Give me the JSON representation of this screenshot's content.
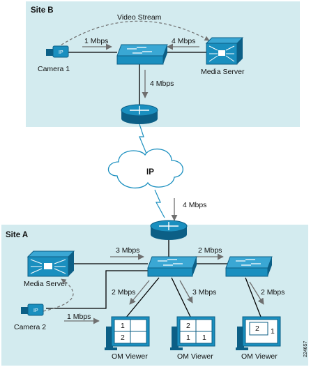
{
  "site_b": {
    "title": "Site B",
    "video_stream": "Video Stream",
    "camera1": "Camera 1",
    "media_server": "Media Server",
    "bw_camera_switch": "1 Mbps",
    "bw_server_switch": "4 Mbps",
    "bw_switch_router": "4 Mbps"
  },
  "wan": {
    "cloud_label": "IP",
    "bw_wan": "4 Mbps"
  },
  "site_a": {
    "title": "Site A",
    "media_server": "Media Server",
    "camera2": "Camera 2",
    "bw_server_switch": "3 Mbps",
    "bw_switch_switch": "2 Mbps",
    "bw_camera": "1 Mbps",
    "bw_viewer1": "2 Mbps",
    "bw_viewer2": "3 Mbps",
    "bw_viewer3": "2 Mbps",
    "viewer_label": "OM Viewer",
    "viewer1_cells": [
      "1",
      "2"
    ],
    "viewer2_cells": [
      "2",
      "1",
      "1"
    ],
    "viewer3_cells": [
      "2",
      "1"
    ]
  },
  "figure_id": "224657",
  "colors": {
    "site_bg": "#d3ebef",
    "device_blue": "#1a8fbf",
    "device_dark": "#0c5f86",
    "line": "#000000",
    "arrow": "#6f6f6f"
  }
}
